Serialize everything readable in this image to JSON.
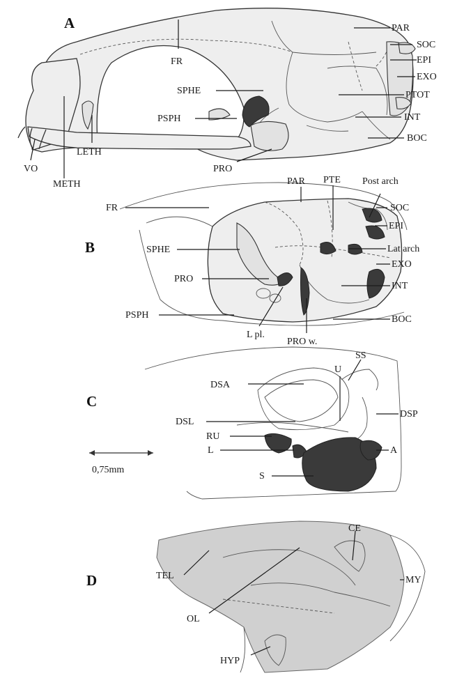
{
  "figure": {
    "panels": {
      "a": {
        "letter": "A",
        "labels": {
          "fr": "FR",
          "par": "PAR",
          "soc": "SOC",
          "epi": "EPI",
          "exo": "EXO",
          "sphe": "SPHE",
          "ptot": "PTOT",
          "psph": "PSPH",
          "int": "INT",
          "boc": "BOC",
          "leth": "LETH",
          "vo": "VO",
          "meth": "METH",
          "pro": "PRO"
        }
      },
      "b": {
        "letter": "B",
        "labels": {
          "par": "PAR",
          "pte": "PTE",
          "post_arch": "Post arch",
          "fr": "FR",
          "soc": "SOC",
          "epi": "EPI",
          "sphe": "SPHE",
          "lat_arch": "Lat arch",
          "exo": "EXO",
          "pro": "PRO",
          "int": "INT",
          "psph": "PSPH",
          "boc": "BOC",
          "l_pl": "L pl.",
          "pro_w": "PRO w."
        }
      },
      "c": {
        "letter": "C",
        "labels": {
          "u": "U",
          "ss": "SS",
          "dsa": "DSA",
          "dsp": "DSP",
          "dsl": "DSL",
          "ru": "RU",
          "l": "L",
          "a": "A",
          "s": "S"
        },
        "scale_bar": "0,75mm"
      },
      "d": {
        "letter": "D",
        "labels": {
          "ce": "CE",
          "tel": "TEL",
          "my": "MY",
          "ol": "OL",
          "hyp": "HYP"
        }
      }
    }
  }
}
